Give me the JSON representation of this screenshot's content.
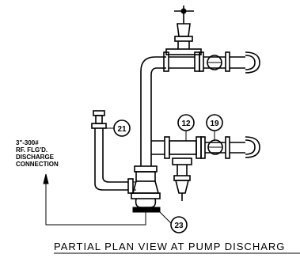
{
  "note": {
    "line1": "3\"-300#",
    "line2": "RF. FLG'D.",
    "line3": "DISCHARGE",
    "line4": "CONNECTION"
  },
  "callouts": {
    "c21": "21",
    "c12": "12",
    "c19": "19",
    "c23": "23"
  },
  "title": "PARTIAL  PLAN  VIEW  AT  PUMP  DISCHARG"
}
